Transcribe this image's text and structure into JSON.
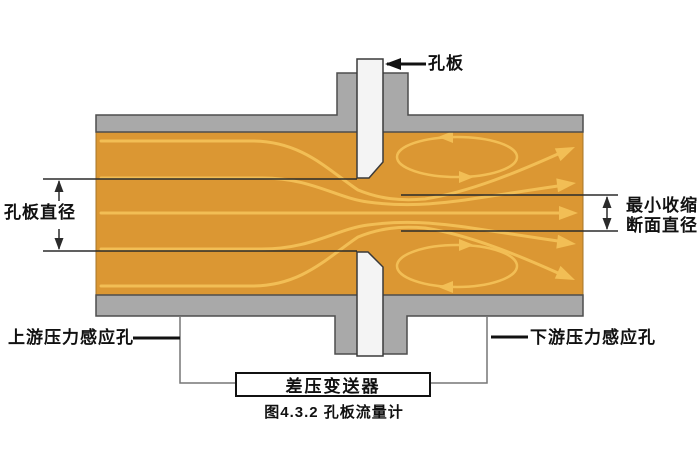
{
  "figure": {
    "caption": "图4.3.2 孔板流量计",
    "labels": {
      "orifice_plate": "孔板",
      "orifice_diameter": "孔板直径",
      "vena_contracta_line1": "最小收缩",
      "vena_contracta_line2": "断面直径",
      "upstream_tap": "上游压力感应孔",
      "downstream_tap": "下游压力感应孔",
      "transmitter": "差压变送器"
    },
    "colors": {
      "fluid": "#DB9733",
      "streamline": "#F2BE55",
      "pipe_wall": "#A9A9A9",
      "wall_outline": "#4d4d4d",
      "plate_fill": "#F4F4F4",
      "plate_outline": "#3a3a3a",
      "dimension_line": "#2b2b2b",
      "leader_line": "#111111"
    }
  }
}
